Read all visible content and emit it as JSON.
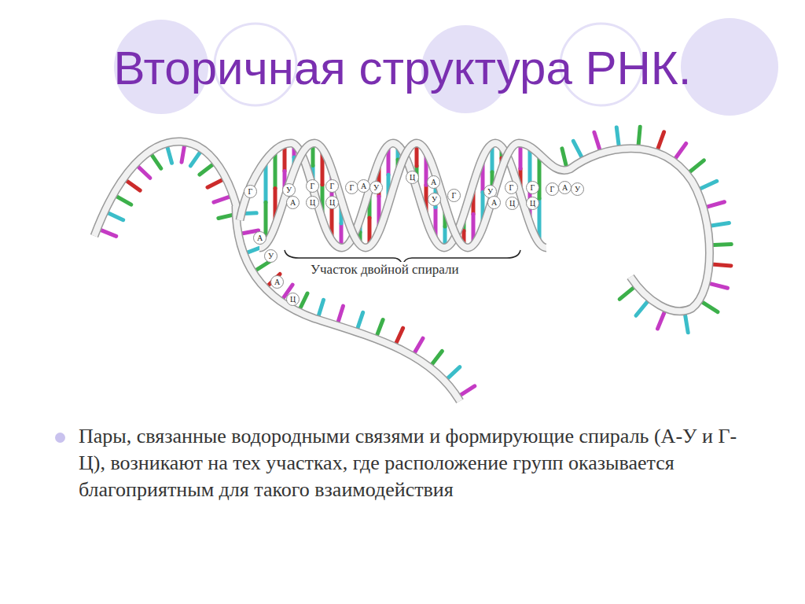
{
  "diagram": {
    "title": "Вторичная структура РНК.",
    "labels": [
      "Г",
      "У",
      "А",
      "Г",
      "Ц",
      "Г",
      "Ц",
      "Г",
      "А",
      "У",
      "Ц",
      "А",
      "У",
      "Г",
      "У",
      "А",
      "Г",
      "Ц",
      "Г",
      "Ц",
      "Г",
      "А",
      "У",
      "А",
      "У",
      "А",
      "Ц",
      "Участок двойной спирали",
      "Пары, связанные водородными связями и формирующие спираль (А-У и Г-Ц), возникают на тех участках, где расположение групп оказывается благоприятным для такого взаимодействия"
    ]
  }
}
